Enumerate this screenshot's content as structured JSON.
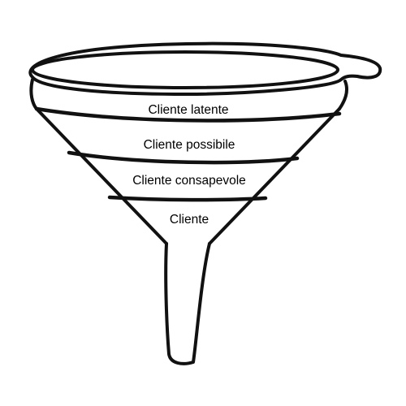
{
  "funnel": {
    "stages": [
      {
        "label": "Cliente latente"
      },
      {
        "label": "Cliente possibile"
      },
      {
        "label": "Cliente consapevole"
      },
      {
        "label": "Cliente"
      }
    ]
  }
}
